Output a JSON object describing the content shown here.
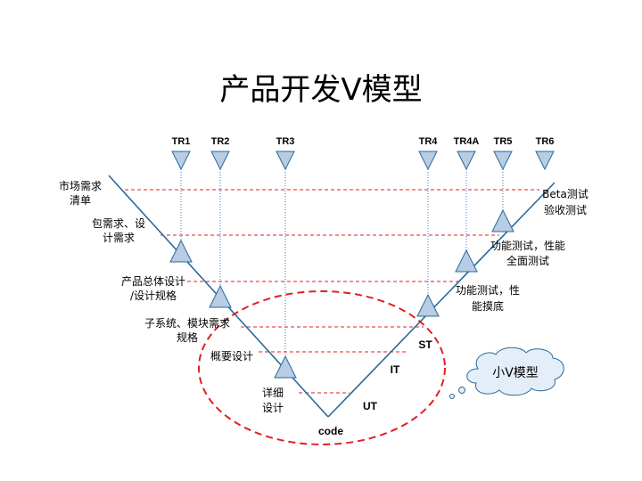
{
  "title": "产品开发V模型",
  "tr_labels": [
    "TR1",
    "TR2",
    "TR3",
    "TR4",
    "TR4A",
    "TR5",
    "TR6"
  ],
  "left_labels": [
    [
      "市场需求",
      "清单"
    ],
    [
      "包需求、设",
      "计需求"
    ],
    [
      "产品总体设计",
      "/设计规格"
    ],
    [
      "子系统、模块需求",
      "规格"
    ],
    [
      "概要设计"
    ],
    [
      "详细",
      "设计"
    ]
  ],
  "right_labels": [
    [
      "Beta测试",
      "验收测试"
    ],
    [
      "功能测试，性能",
      "全面测试"
    ],
    [
      "功能测试，性",
      "能摸底"
    ]
  ],
  "stage_labels": {
    "st": "ST",
    "it": "IT",
    "ut": "UT",
    "code": "code"
  },
  "cloud_label": "小V模型",
  "colors": {
    "v_line": "#2a6a9a",
    "triangle_fill": "#b8cce4",
    "triangle_stroke": "#2a6a9a",
    "dash_red": "#e02020",
    "dotted_blue": "#3a7ab0",
    "cloud_fill": "#e4eef8"
  }
}
